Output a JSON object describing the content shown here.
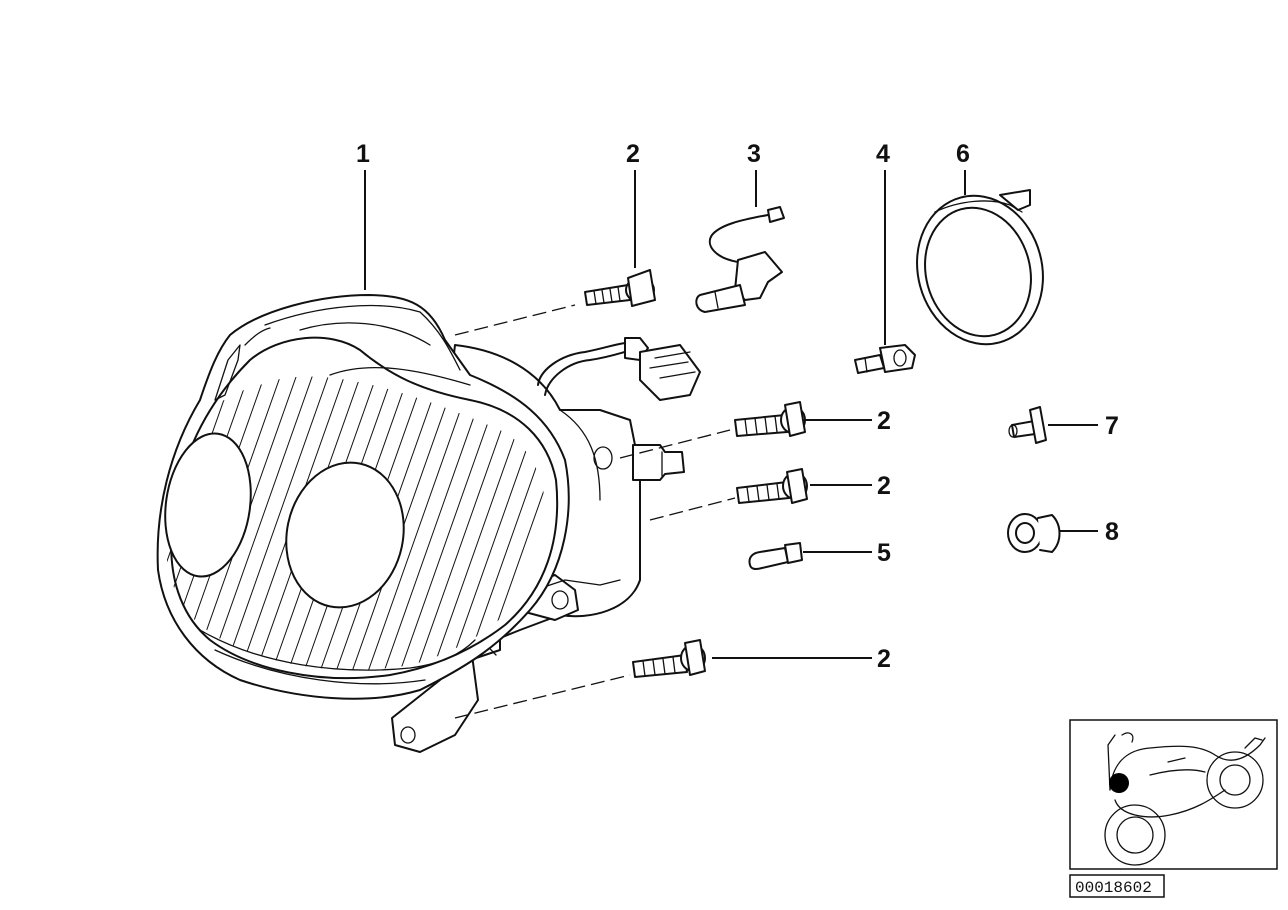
{
  "callouts": [
    {
      "id": "label-1",
      "text": "1"
    },
    {
      "id": "label-2a",
      "text": "2"
    },
    {
      "id": "label-3",
      "text": "3"
    },
    {
      "id": "label-4",
      "text": "4"
    },
    {
      "id": "label-6",
      "text": "6"
    },
    {
      "id": "label-2b",
      "text": "2"
    },
    {
      "id": "label-7",
      "text": "7"
    },
    {
      "id": "label-2c",
      "text": "2"
    },
    {
      "id": "label-8",
      "text": "8"
    },
    {
      "id": "label-5",
      "text": "5"
    },
    {
      "id": "label-2d",
      "text": "2"
    }
  ],
  "diagram_code": "00018602"
}
